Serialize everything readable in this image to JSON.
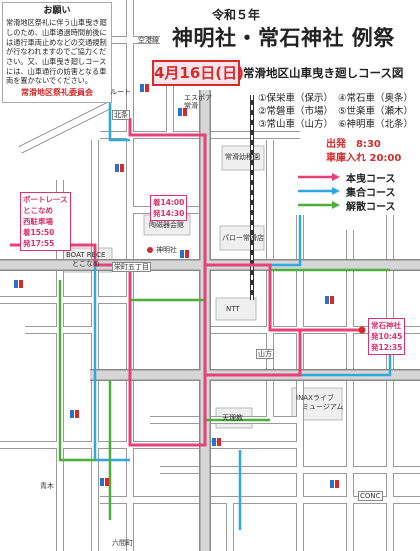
{
  "notice": {
    "heading": "お願い",
    "body": "常滑地区祭礼に伴う山車曳き廻しのため、山車通過時間前後には通行車両止めなどの交通規制が行なわれますのでご協力ください。又、山車曳き廻しコースには、山車通行の妨害となる車両を置かないでください。",
    "signature": "常滑地区祭礼委員会"
  },
  "header": {
    "era": "令和５年",
    "title": "神明社・常石神社 例祭",
    "date": "4月16日(日)",
    "subtitle": "常滑地区山車曳き廻しコース図"
  },
  "cars": [
    {
      "label": "①保栄車（保示）"
    },
    {
      "label": "②常磐車（市場）"
    },
    {
      "label": "③常山車（山方）"
    },
    {
      "label": "④常石車（奥条）"
    },
    {
      "label": "⑤世楽車（瀬木）"
    },
    {
      "label": "⑥神明車（北条）"
    }
  ],
  "schedule": {
    "depart": "出発　8:30",
    "garage": "車庫入れ 20:00"
  },
  "legend": [
    {
      "label": "本曳コース",
      "color": "#e8407a"
    },
    {
      "label": "集合コース",
      "color": "#2fa8e0"
    },
    {
      "label": "解散コース",
      "color": "#4caf3c"
    }
  ],
  "map_labels": {
    "airport_line": "空港線",
    "route": "ルート",
    "hojo": "北条",
    "espoir": "エスポア常滑",
    "kindergarten": "常滑幼稚園",
    "ceramics_hall": "陶磁器会館",
    "shinmeisha": "神明社",
    "palo": "パロー常滑店",
    "sakaemachi": "栄町五丁目",
    "boat_race_1": "BOAT RECE",
    "boat_race_2": "とこなめ",
    "ntt": "NTT",
    "yamakata": "山方",
    "tenrikyo": "天理教",
    "inax_1": "INAXライブ",
    "inax_2": "ミュージアム",
    "conc": "CONC",
    "aoki": "青木",
    "rokkenmachi": "六間町"
  },
  "stops": {
    "parking": [
      "ボートレース",
      "とこなめ",
      "西駐車場",
      "着15:50",
      "発17:55"
    ],
    "honbiki": [
      "着14:00",
      "発14:30"
    ],
    "tokoishi": [
      "常石神社",
      "発10:45",
      "発12:35"
    ]
  },
  "icons": {
    "restroom": "restroom-icon",
    "railway": "railway-line"
  }
}
